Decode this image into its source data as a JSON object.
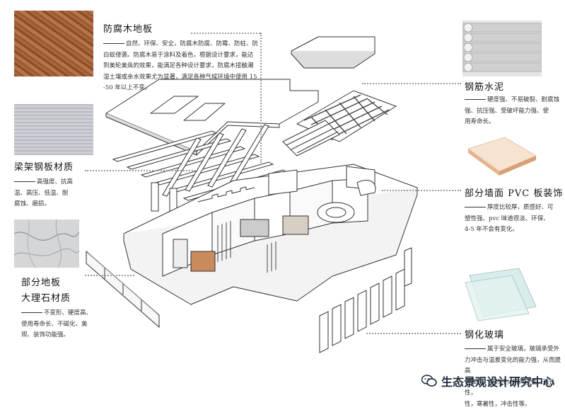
{
  "materials": {
    "wood": {
      "title": "防腐木地板",
      "desc": [
        "——自然、环保、安全，防腐木防腐、防霉、防蛀、防",
        "白蚁侵袭。防腐木易于涂料及着色，根据设计要求，能达",
        "到美轮美奂的效果，能满足各种设计要求，防腐木接触潮",
        "湿土壤或亲水效果尤为显著，满足各种气候环境中使用 15",
        "-50 年以上不变。"
      ],
      "color": "#9b5a2e"
    },
    "concrete": {
      "title": "钢筋水泥",
      "desc": [
        "——硬度强、不易破裂、耐腐蚀",
        "强、抗压强、受破坏能力强、使",
        "用寿命长。"
      ],
      "color": "#d9d9d9"
    },
    "steel": {
      "title": "梁架钢板材质",
      "desc": [
        "——高强度、抗高",
        "温、高压、低温、耐",
        "腐蚀、磨损。"
      ],
      "color": "#c4c5cc"
    },
    "pvc": {
      "title": "部分墙面 PVC 板装饰",
      "desc": [
        "——厚度比较厚，质感好、可",
        "塑性强、pvc 味道很淡、环保、",
        "4-5 年不会有变化。"
      ],
      "color": "#f2ddc9"
    },
    "marble": {
      "title_line1": "部分地板",
      "title_line2": "大理石材质",
      "desc": [
        "——不变形、硬度高、",
        "使用寿命长、不磁化、美",
        "观、装饰功能强。"
      ],
      "color": "#cfd2d4"
    },
    "glass": {
      "title": "钢化玻璃",
      "desc": [
        "——属于安全玻璃，玻璃承受外",
        "力冲击与温差变化的能力强，从而提高",
        "可靠性，耐热性，抗风压性，透光性，",
        "性，寒暑性，冲击性等。"
      ],
      "color": "#cfe7e6"
    }
  },
  "watermark": {
    "text": "生态景观设计研究中心"
  }
}
